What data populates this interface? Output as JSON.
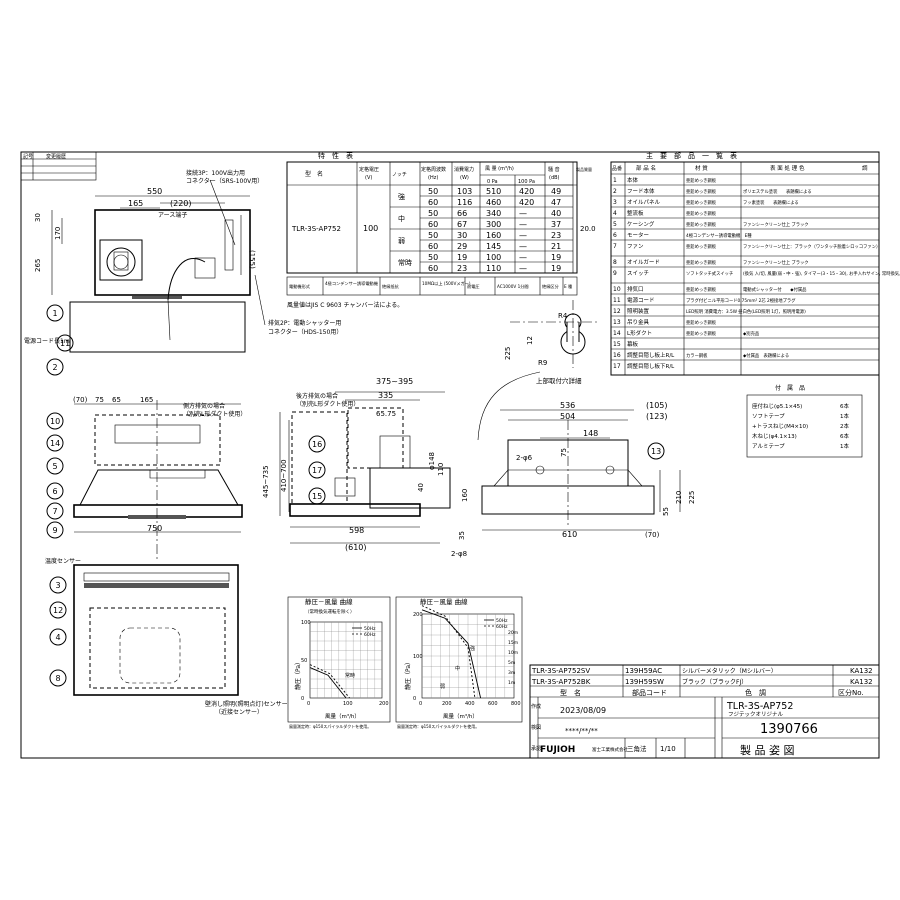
{
  "revision_block": {
    "col1": "記号",
    "col2": "変更履歴"
  },
  "spec_table": {
    "title": "特　性　表",
    "headers": {
      "model": "型　名",
      "voltage": "定格電圧",
      "voltage_unit": "(V)",
      "notch": "ノッチ",
      "freq": "定格周波数",
      "freq_unit": "(Hz)",
      "power": "消費電力",
      "power_unit": "(W)",
      "airflow": "風 量 (m³/h)",
      "pa0": "0 Pa",
      "pa100": "100 Pa",
      "noise": "騒 音",
      "noise_unit": "(dB)",
      "mass": "製品質量",
      "mass_unit": "(kg)"
    },
    "model": "TLR-3S-AP752",
    "voltage": "100",
    "mass": "20.0",
    "rows": [
      {
        "notch": "強",
        "hz": "50",
        "w": "103",
        "pa0": "510",
        "pa100": "420",
        "db": "49"
      },
      {
        "notch": "",
        "hz": "60",
        "w": "116",
        "pa0": "460",
        "pa100": "420",
        "db": "47"
      },
      {
        "notch": "中",
        "hz": "50",
        "w": "66",
        "pa0": "340",
        "pa100": "—",
        "db": "40"
      },
      {
        "notch": "",
        "hz": "60",
        "w": "67",
        "pa0": "300",
        "pa100": "—",
        "db": "37"
      },
      {
        "notch": "弱",
        "hz": "50",
        "w": "30",
        "pa0": "160",
        "pa100": "—",
        "db": "23"
      },
      {
        "notch": "",
        "hz": "60",
        "w": "29",
        "pa0": "145",
        "pa100": "—",
        "db": "21"
      },
      {
        "notch": "常時",
        "hz": "50",
        "w": "19",
        "pa0": "100",
        "pa100": "—",
        "db": "19"
      },
      {
        "notch": "",
        "hz": "60",
        "w": "23",
        "pa0": "110",
        "pa100": "—",
        "db": "19"
      }
    ],
    "footer": [
      "電動機形式",
      "4極コンデンサー誘導電動機",
      "絶縁抵抗",
      "10MΩ以上 (500Vメガー)",
      "耐電圧",
      "AC1000V 1分間",
      "絶縁区分",
      "E 種"
    ],
    "note": "風量値はJIS C 9603 チャンバー法による。"
  },
  "parts_table": {
    "title": "主　要　部　品　一　覧　表",
    "headers": [
      "品番",
      "部 品 名",
      "材 質",
      "表 面 処 理 色",
      "調"
    ],
    "rows": [
      {
        "no": "1",
        "name": "本体",
        "mat": "亜鉛めっき鋼板",
        "finish": ""
      },
      {
        "no": "2",
        "name": "フード本体",
        "mat": "亜鉛めっき鋼板",
        "finish": "ポリエステル塗装　　表題欄による"
      },
      {
        "no": "3",
        "name": "オイルパネル",
        "mat": "亜鉛めっき鋼板",
        "finish": "フッ素塗装　　表題欄による"
      },
      {
        "no": "4",
        "name": "整流板",
        "mat": "亜鉛めっき鋼板",
        "finish": ""
      },
      {
        "no": "5",
        "name": "ケーシング",
        "mat": "亜鉛めっき鋼板",
        "finish": "ファンシークリーン仕上 ブラック"
      },
      {
        "no": "6",
        "name": "モーター",
        "mat": "4極コンデンサー誘導電動機　E種",
        "finish": ""
      },
      {
        "no": "7",
        "name": "ファン",
        "mat": "亜鉛めっき鋼板",
        "finish": "ファンシークリーン仕上：ブラック（ワンタッチ脱着シロッコファン）"
      },
      {
        "no": "8",
        "name": "オイルガード",
        "mat": "亜鉛めっき鋼板",
        "finish": "ファンシークリーン仕上 ブラック"
      },
      {
        "no": "9",
        "name": "スイッチ",
        "mat": "ソフトタッチ式スイッチ",
        "finish": "(換気 入/切, 風量(弱・中・強), タイマー(3・15・30), お手入れサイン, 常時換気, 照明)"
      },
      {
        "no": "10",
        "name": "排気口",
        "mat": "亜鉛めっき鋼板",
        "finish": "電動式シャッター付　　◆付属品"
      },
      {
        "no": "11",
        "name": "電源コード",
        "mat": "プラグ付ビニル平形コード0.75mm² 2芯 2極接地プラグ",
        "finish": ""
      },
      {
        "no": "12",
        "name": "照明装置",
        "mat": "LED照明 消費電力：3.5W 昼白色(LED照明 1灯，照明用電源)",
        "finish": ""
      },
      {
        "no": "13",
        "name": "吊り金具",
        "mat": "亜鉛めっき鋼板",
        "finish": ""
      },
      {
        "no": "14",
        "name": "L形ダクト",
        "mat": "亜鉛めっき鋼板",
        "finish": "◆別売品"
      },
      {
        "no": "15",
        "name": "幕板",
        "mat": "",
        "finish": ""
      },
      {
        "no": "16",
        "name": "調整目隠し板上R/L",
        "mat": "カラー鋼板",
        "finish": "◆付属品　表題欄による"
      },
      {
        "no": "17",
        "name": "調整目隠し板下R/L",
        "mat": "",
        "finish": ""
      }
    ]
  },
  "accessories": {
    "title": "付　属　品",
    "items": [
      {
        "name": "座付ねじ(φ5.1×45)",
        "qty": "6本"
      },
      {
        "name": "ソフトテープ",
        "qty": "1本"
      },
      {
        "name": "+トラスねじ(M4×10)",
        "qty": "2本"
      },
      {
        "name": "木ねじ(φ4.1×13)",
        "qty": "6本"
      },
      {
        "name": "アルミテープ",
        "qty": "1本"
      }
    ]
  },
  "top_view": {
    "dims": [
      "550",
      "165",
      "(220)",
      "30",
      "170",
      "265",
      "(155)"
    ],
    "labels": {
      "connector3p": "接続3P：100V出力用",
      "connector3p_b": "コネクター（SRS-100V用）",
      "earth": "アース端子",
      "shutter": "排気2P：電動シャッター用",
      "shutter_b": "コネクター（HDS-150用）",
      "cord": "電源コード長1m"
    }
  },
  "front_view": {
    "dims": [
      "(70)",
      "75",
      "65",
      "165",
      "750"
    ],
    "labels": {
      "side_exhaust": "側方排気の場合",
      "side_exhaust_b": "（別売L形ダクト使用）"
    }
  },
  "side_view": {
    "dims": [
      "375~395",
      "335",
      "65.75",
      "445~735",
      "410~700",
      "φ148",
      "40",
      "110",
      "160",
      "35",
      "598",
      "(610)",
      "2-φ8"
    ],
    "labels": {
      "rear_exhaust": "後方排気の場合",
      "rear_exhaust_b": "（別売L形ダクト使用）"
    }
  },
  "mount_detail": {
    "dims": [
      "R4",
      "225",
      "12",
      "R9"
    ],
    "caption": "上部取付穴詳細"
  },
  "right_view": {
    "dims": [
      "536",
      "504",
      "(105)",
      "(123)",
      "148",
      "75",
      "2-φ6",
      "610",
      "(70)",
      "55",
      "210",
      "225"
    ]
  },
  "bottom_view": {
    "labels": {
      "temp_sensor": "温度センサー",
      "prox_sensor": "壁消し照明(照明点灯)センサー",
      "prox_sensor_b": "（近接センサー）"
    }
  },
  "callouts": [
    "1",
    "2",
    "11",
    "10",
    "14",
    "5",
    "6",
    "7",
    "9",
    "16",
    "17",
    "15",
    "3",
    "12",
    "4",
    "8",
    "13"
  ],
  "curve1": {
    "title": "静圧－風量 曲線",
    "subtitle": "（常時換気運転を除く）",
    "ylabel": "静圧（Pa）",
    "xlabel": "風量（m³/h）",
    "yticks": [
      "0",
      "50",
      "100"
    ],
    "xticks": [
      "0",
      "100",
      "200"
    ],
    "legend": [
      "50Hz",
      "60Hz"
    ],
    "labels": [
      "常時"
    ],
    "note": "風量測定時：φ150スパイラルダクトを使用。"
  },
  "curve2": {
    "title": "静圧－風量 曲線",
    "ylabel": "静圧（Pa）",
    "xlabel": "風量（m³/h）",
    "yticks": [
      "0",
      "100",
      "200"
    ],
    "xticks": [
      "0",
      "200",
      "400",
      "600",
      "800"
    ],
    "legend": [
      "50Hz",
      "60Hz"
    ],
    "labels": [
      "強",
      "中",
      "弱"
    ],
    "duct_labels": [
      "20m",
      "15m",
      "10m",
      "5m",
      "3m",
      "1m"
    ],
    "note": "風量測定時：φ150スパイラルダクトを使用。"
  },
  "chart_data": [
    {
      "type": "line",
      "title": "静圧－風量 曲線",
      "xlabel": "風量（m³/h）",
      "ylabel": "静圧（Pa）",
      "xlim": [
        0,
        200
      ],
      "ylim": [
        0,
        100
      ],
      "series": [
        {
          "name": "50Hz",
          "x": [
            0,
            50,
            100
          ],
          "y": [
            40,
            30,
            0
          ]
        },
        {
          "name": "60Hz",
          "x": [
            0,
            55,
            110
          ],
          "y": [
            44,
            32,
            0
          ]
        }
      ]
    },
    {
      "type": "line",
      "title": "静圧－風量 曲線",
      "xlabel": "風量（m³/h）",
      "ylabel": "静圧（Pa）",
      "xlim": [
        0,
        800
      ],
      "ylim": [
        0,
        200
      ],
      "series": [
        {
          "name": "50Hz",
          "x": [
            0,
            200,
            400,
            510
          ],
          "y": [
            210,
            190,
            130,
            0
          ]
        },
        {
          "name": "60Hz",
          "x": [
            0,
            200,
            400,
            460
          ],
          "y": [
            220,
            195,
            120,
            0
          ]
        }
      ]
    }
  ],
  "title_block": {
    "variants": [
      {
        "model": "TLR-3S-AP752SV",
        "code": "139H59AC",
        "color": "シルバーメタリック（Mシルバー）",
        "class": "KA132"
      },
      {
        "model": "TLR-3S-AP752BK",
        "code": "139H59SW",
        "color": "ブラック（ブラックFJ）",
        "class": "KA132"
      }
    ],
    "headers": {
      "model": "型　名",
      "code": "部品コード",
      "color": "色　調",
      "class": "区分No."
    },
    "date": "2023/08/09",
    "drawn_by": "****/**/**",
    "model_name": "TLR-3S-AP752",
    "subtitle": "フジテックオリジナル",
    "drawing_no": "1390766",
    "company": "FUJIOH",
    "company_sub": "富士工業株式会社",
    "method": "三角法",
    "scale": "1/10",
    "doc_title": "製 品 姿 図",
    "row_labels": [
      "作成",
      "検図",
      "承認"
    ]
  }
}
